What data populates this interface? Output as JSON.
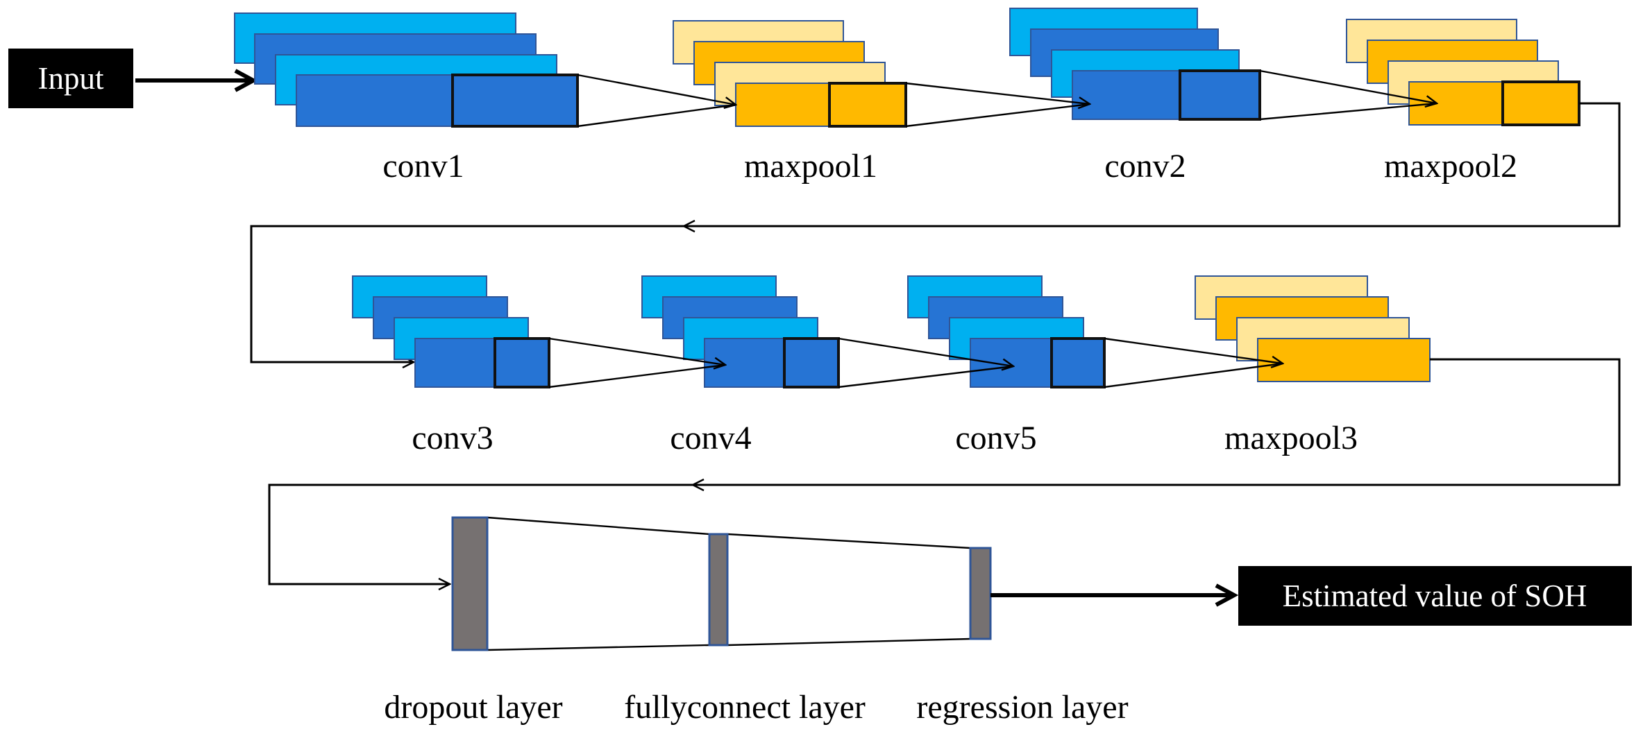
{
  "input_box": {
    "label": "Input"
  },
  "output_box": {
    "label": "Estimated value of SOH"
  },
  "rows": [
    {
      "blocks": [
        {
          "name": "conv1",
          "label": "conv1",
          "kind": "conv"
        },
        {
          "name": "maxpool1",
          "label": "maxpool1",
          "kind": "pool"
        },
        {
          "name": "conv2",
          "label": "conv2",
          "kind": "conv"
        },
        {
          "name": "maxpool2",
          "label": "maxpool2",
          "kind": "pool"
        }
      ]
    },
    {
      "blocks": [
        {
          "name": "conv3",
          "label": "conv3",
          "kind": "conv"
        },
        {
          "name": "conv4",
          "label": "conv4",
          "kind": "conv"
        },
        {
          "name": "conv5",
          "label": "conv5",
          "kind": "conv"
        },
        {
          "name": "maxpool3",
          "label": "maxpool3",
          "kind": "pool"
        }
      ]
    }
  ],
  "layers": [
    {
      "name": "dropout-layer",
      "label": "dropout layer"
    },
    {
      "name": "fullyconnect-layer",
      "label": "fullyconnect layer"
    },
    {
      "name": "regression-layer",
      "label": "regression layer"
    }
  ],
  "colors": {
    "conv_light": "#00B0F0",
    "conv_dark": "#2674D4",
    "pool_light": "#FFE699",
    "pool_dark": "#FFB900",
    "block_border": "#2F5597",
    "layer_fill": "#767171",
    "label_box": "#000000"
  }
}
